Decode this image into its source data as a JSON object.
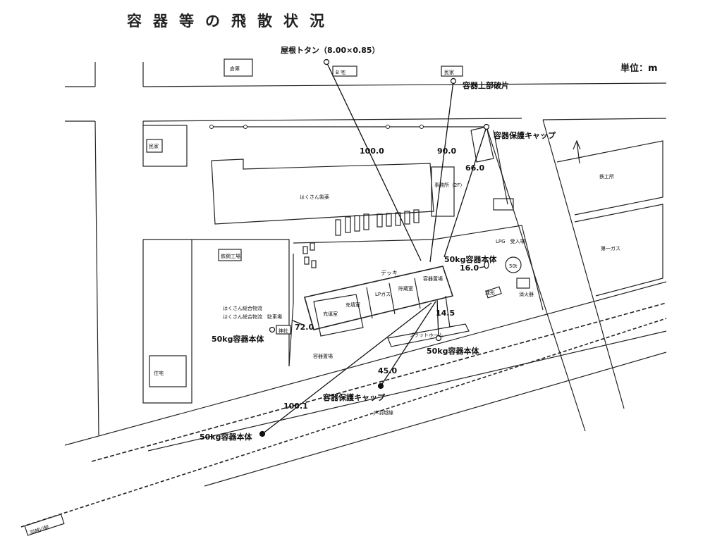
{
  "title": "容器等の飛散状況",
  "unit": "単位：m",
  "labels": {
    "roof_tin": "屋根トタン（8.00×0.85）",
    "house_b": "B 宅",
    "minka_top": "民家",
    "minka_left": "民家",
    "upper_fragment": "容器上部破片",
    "cap_top": "容器保護キャップ",
    "body_center": "50kg容器本体",
    "body_left": "50kg容器本体",
    "body_bottom_right": "50kg容器本体",
    "body_bottom_left": "50kg容器本体",
    "cap_bottom": "容器保護キャップ",
    "deck": "デッキ",
    "platform": "プラットホーム",
    "jr_line": "JR羽越線",
    "station": "羽越川駅",
    "factory_left": "鉄鋼工場",
    "factory_right": "鉄工所",
    "pharma": "はくさん製薬",
    "logistics": "はくさん総合物流",
    "parking": "はくさん総合物流　駐車場",
    "office": "事務所（2F）",
    "lpg": "LPG　受入場",
    "container_yard": "容器置場",
    "filling1": "充填室",
    "filling2": "充填室",
    "storage": "貯蔵室",
    "lp_gas": "LPガス",
    "gas_room": "容器置場",
    "shrine": "神社",
    "box_top_left": "倉庫",
    "second_co": "第一ガス",
    "tank": "50t",
    "drum": "球形",
    "boil": "消火器",
    "house_bottom_left": "住宅"
  },
  "distances": {
    "d_roof": "100.0",
    "d_frag": "90.0",
    "d_cap_top": "66.0",
    "d_body_center": "16.0",
    "d_body_left": "72.0",
    "d_body_bottom_right": "14.5",
    "d_cap_bottom": "45.0",
    "d_body_bottom_left": "100.1"
  }
}
